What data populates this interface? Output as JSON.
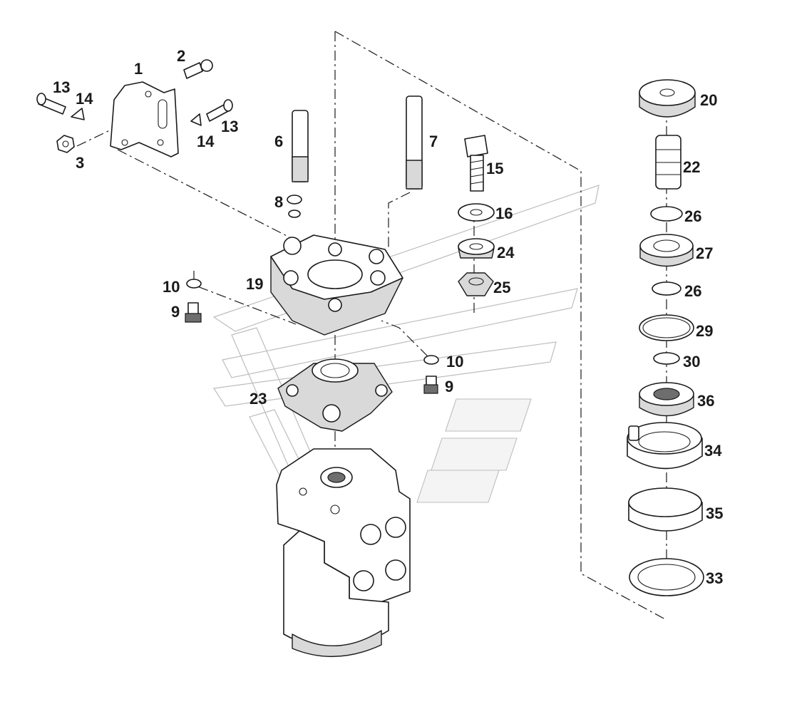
{
  "diagram": {
    "callouts": [
      {
        "id": "c1",
        "text": "1"
      },
      {
        "id": "c2",
        "text": "2"
      },
      {
        "id": "c3",
        "text": "3"
      },
      {
        "id": "c13a",
        "text": "13"
      },
      {
        "id": "c14a",
        "text": "14"
      },
      {
        "id": "c14b",
        "text": "14"
      },
      {
        "id": "c13b",
        "text": "13"
      },
      {
        "id": "c6",
        "text": "6"
      },
      {
        "id": "c7",
        "text": "7"
      },
      {
        "id": "c8",
        "text": "8"
      },
      {
        "id": "c15",
        "text": "15"
      },
      {
        "id": "c16",
        "text": "16"
      },
      {
        "id": "c24",
        "text": "24"
      },
      {
        "id": "c25",
        "text": "25"
      },
      {
        "id": "c10a",
        "text": "10"
      },
      {
        "id": "c9a",
        "text": "9"
      },
      {
        "id": "c19",
        "text": "19"
      },
      {
        "id": "c10b",
        "text": "10"
      },
      {
        "id": "c9b",
        "text": "9"
      },
      {
        "id": "c23",
        "text": "23"
      },
      {
        "id": "c20",
        "text": "20"
      },
      {
        "id": "c22",
        "text": "22"
      },
      {
        "id": "c26a",
        "text": "26"
      },
      {
        "id": "c27",
        "text": "27"
      },
      {
        "id": "c26b",
        "text": "26"
      },
      {
        "id": "c29",
        "text": "29"
      },
      {
        "id": "c30",
        "text": "30"
      },
      {
        "id": "c36",
        "text": "36"
      },
      {
        "id": "c34",
        "text": "34"
      },
      {
        "id": "c35",
        "text": "35"
      },
      {
        "id": "c33",
        "text": "33"
      }
    ]
  }
}
